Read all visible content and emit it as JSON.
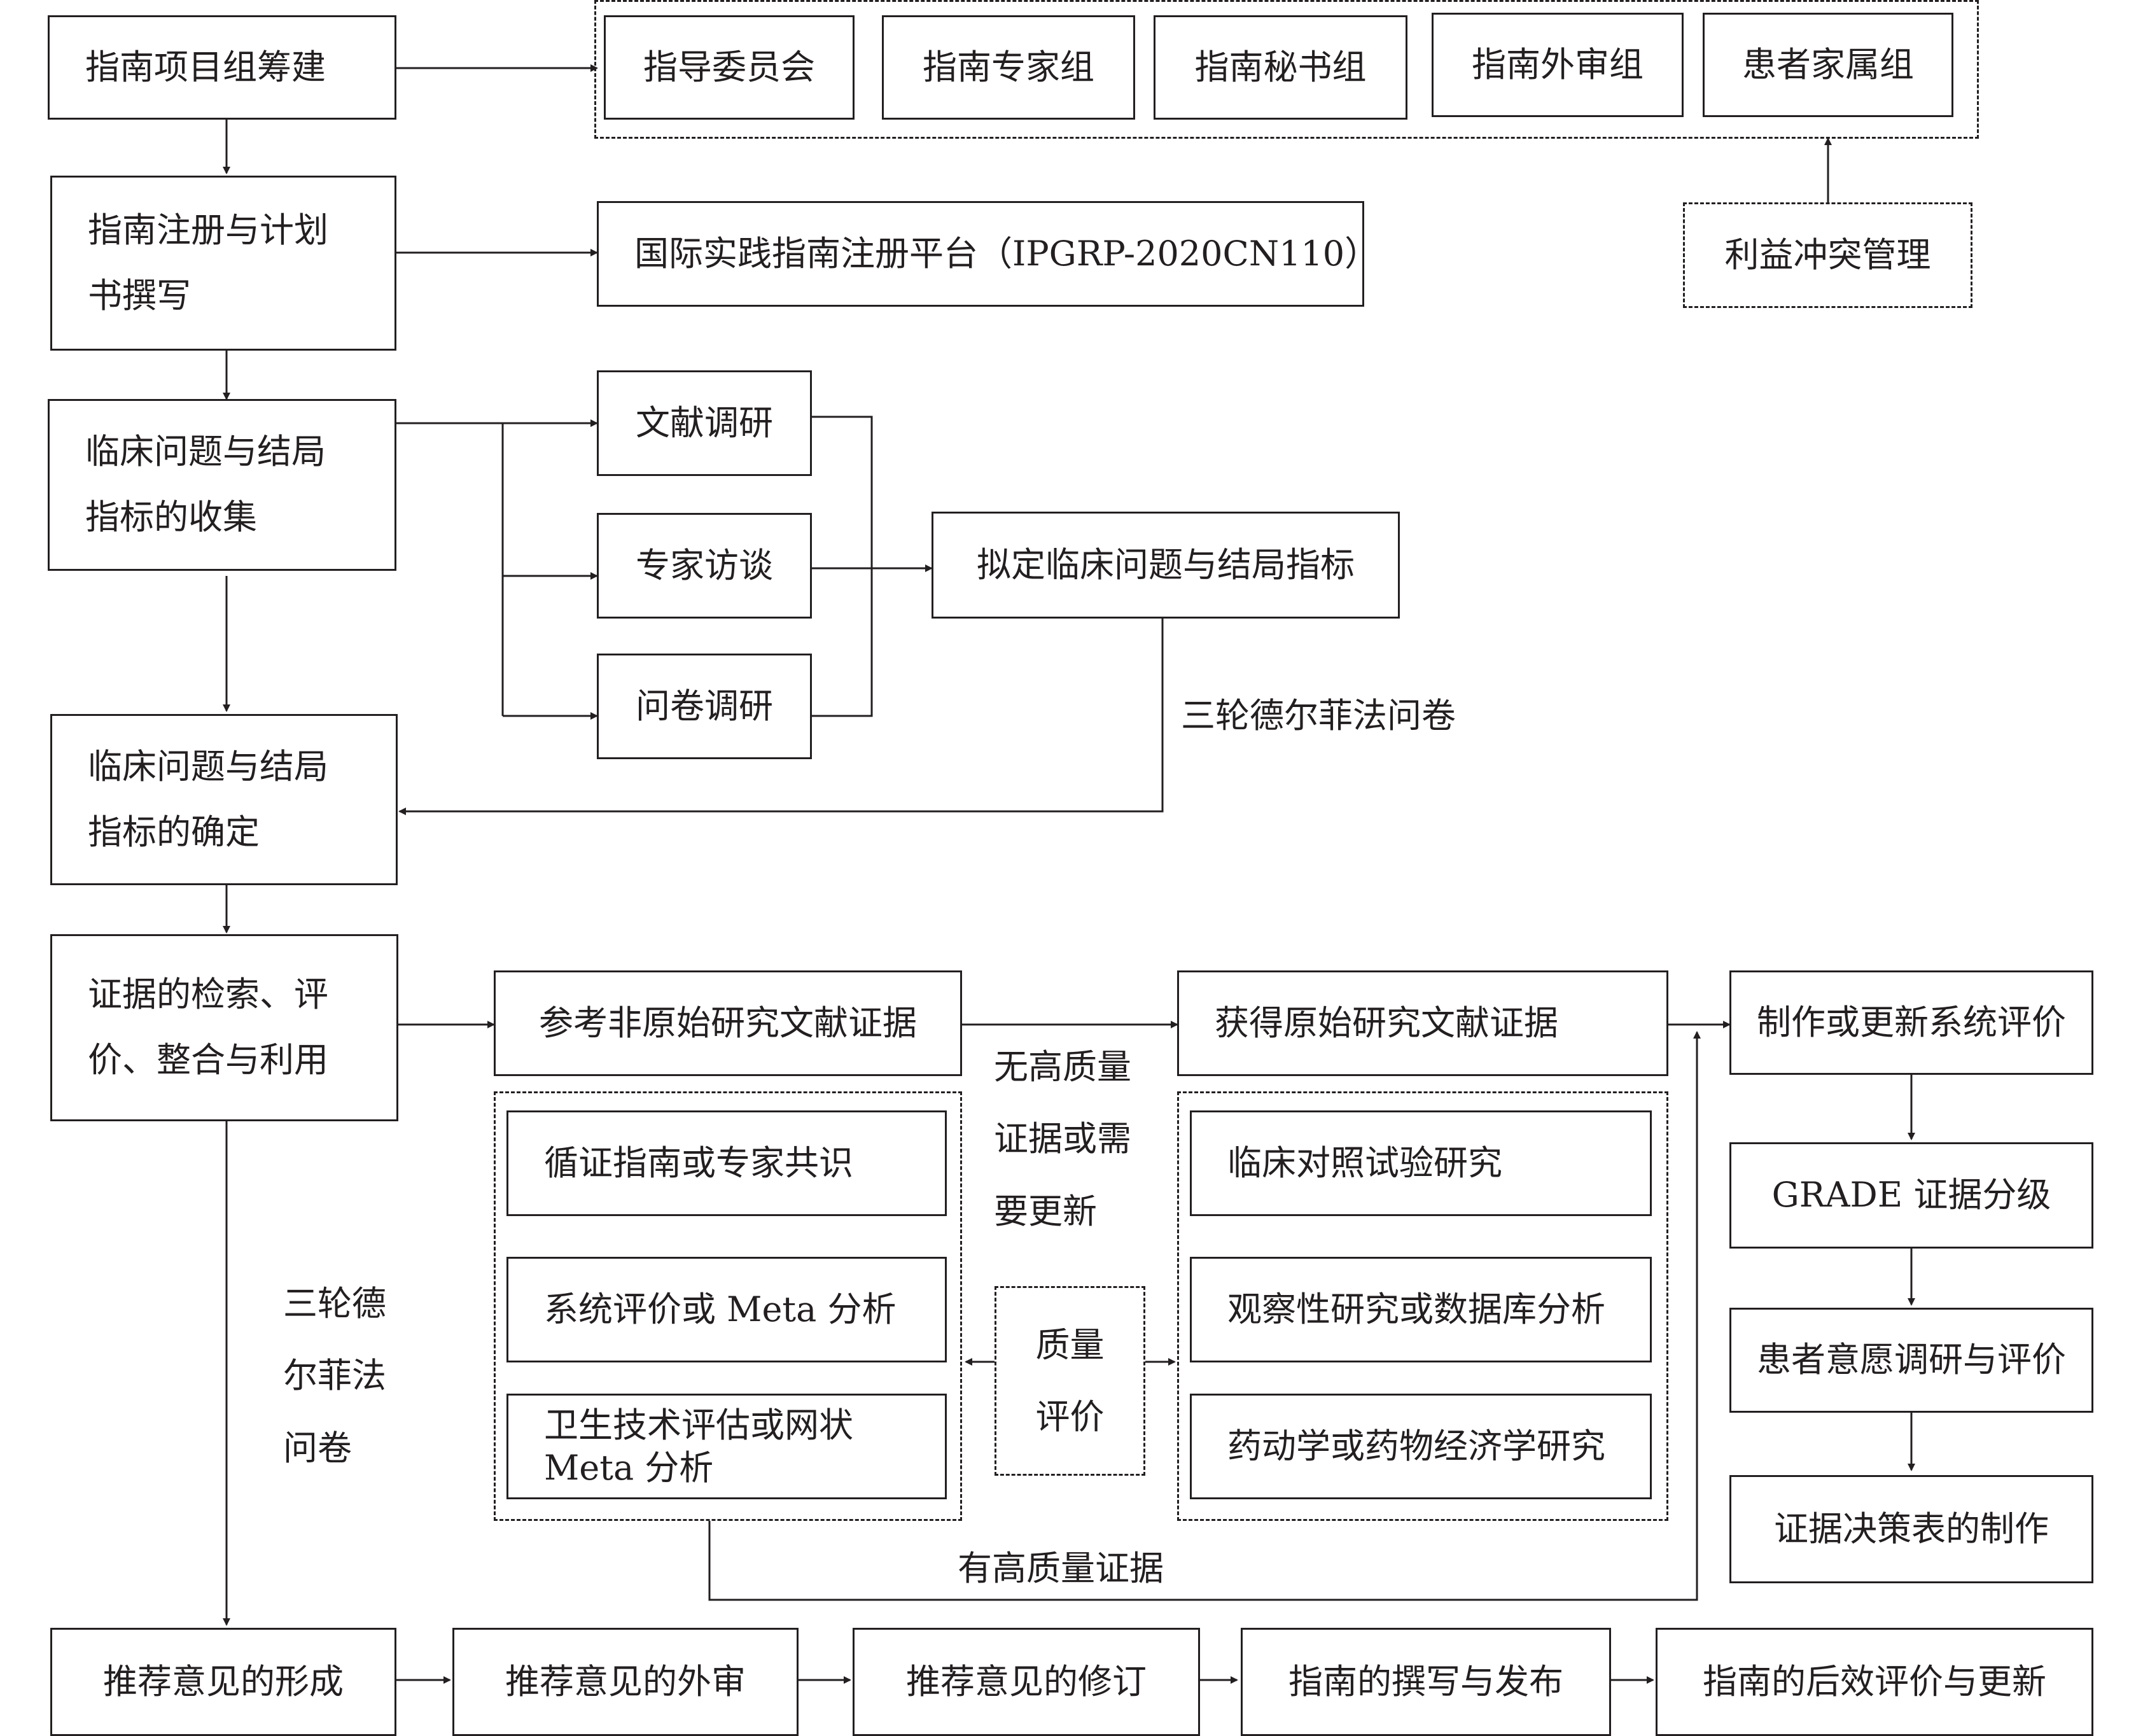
{
  "nodes": {
    "establish": "指南项目组筹建",
    "steering": "指导委员会",
    "expert_group": "指南专家组",
    "secretary_group": "指南秘书组",
    "external_review_group": "指南外审组",
    "patient_family_group": "患者家属组",
    "conflict_mgmt": "利益冲突管理",
    "register_plan": "指南注册与计划\n书撰写",
    "ipgrp": "国际实践指南注册平台（IPGRP-2020CN110）",
    "collect_questions": "临床问题与结局\n指标的收集",
    "literature_research": "文献调研",
    "expert_interview": "专家访谈",
    "questionnaire_research": "问卷调研",
    "draft_questions": "拟定临床问题与结局指标",
    "confirm_questions": "临床问题与结局\n指标的确定",
    "evidence_use": "证据的检索、评\n价、整合与利用",
    "nonoriginal_evidence": "参考非原始研究文献证据",
    "original_evidence": "获得原始研究文献证据",
    "ebg_consensus": "循证指南或专家共识",
    "sr_meta": "系统评价或 Meta 分析",
    "hta_nma": "卫生技术评估或网状\nMeta 分析",
    "rct": "临床对照试验研究",
    "observational": "观察性研究或数据库分析",
    "pharmaco": "药动学或药物经济学研究",
    "quality_eval": "质量\n评价",
    "make_sr": "制作或更新系统评价",
    "grade": "GRADE 证据分级",
    "patient_pref": "患者意愿调研与评价",
    "etd_table": "证据决策表的制作",
    "form_recs": "推荐意见的形成",
    "review_recs": "推荐意见的外审",
    "revise_recs": "推荐意见的修订",
    "write_publish": "指南的撰写与发布",
    "post_eval": "指南的后效评价与更新"
  },
  "edge_labels": {
    "delphi_top": "三轮德尔菲法问卷",
    "delphi_side": "三轮德\n尔菲法\n问卷",
    "no_high_quality": "无高质量\n证据或需\n要更新",
    "has_high_quality": "有高质量证据"
  },
  "colors": {
    "line": "#231f20",
    "background": "#ffffff"
  }
}
